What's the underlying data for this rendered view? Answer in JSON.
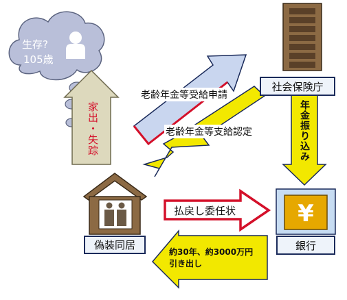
{
  "cloud": {
    "line1": "生存?",
    "line2": "105歳"
  },
  "arrows": {
    "leave_home": "家出・失踪",
    "application": "老齢年金等受給申請",
    "certification": "老齢年金等支給認定",
    "transfer_v": "年金振り込み",
    "authorization": "払戻し委任状",
    "withdrawal_line1": "約30年、約3000万円",
    "withdrawal_line2": "引き出し"
  },
  "nodes": {
    "house": "偽装同居",
    "agency": "社会保険庁",
    "bank": "銀行"
  },
  "bank_symbol": "¥",
  "colors": {
    "cloud": "#b9bfd9",
    "blue_arrow": "#c9d6ef",
    "red_arrow": "#d4102a",
    "yellow_arrow": "#f2e800",
    "olive_arrow": "#ddd9bd",
    "house_brown": "#8c6a44",
    "bank_blue": "#c7dcf2"
  }
}
